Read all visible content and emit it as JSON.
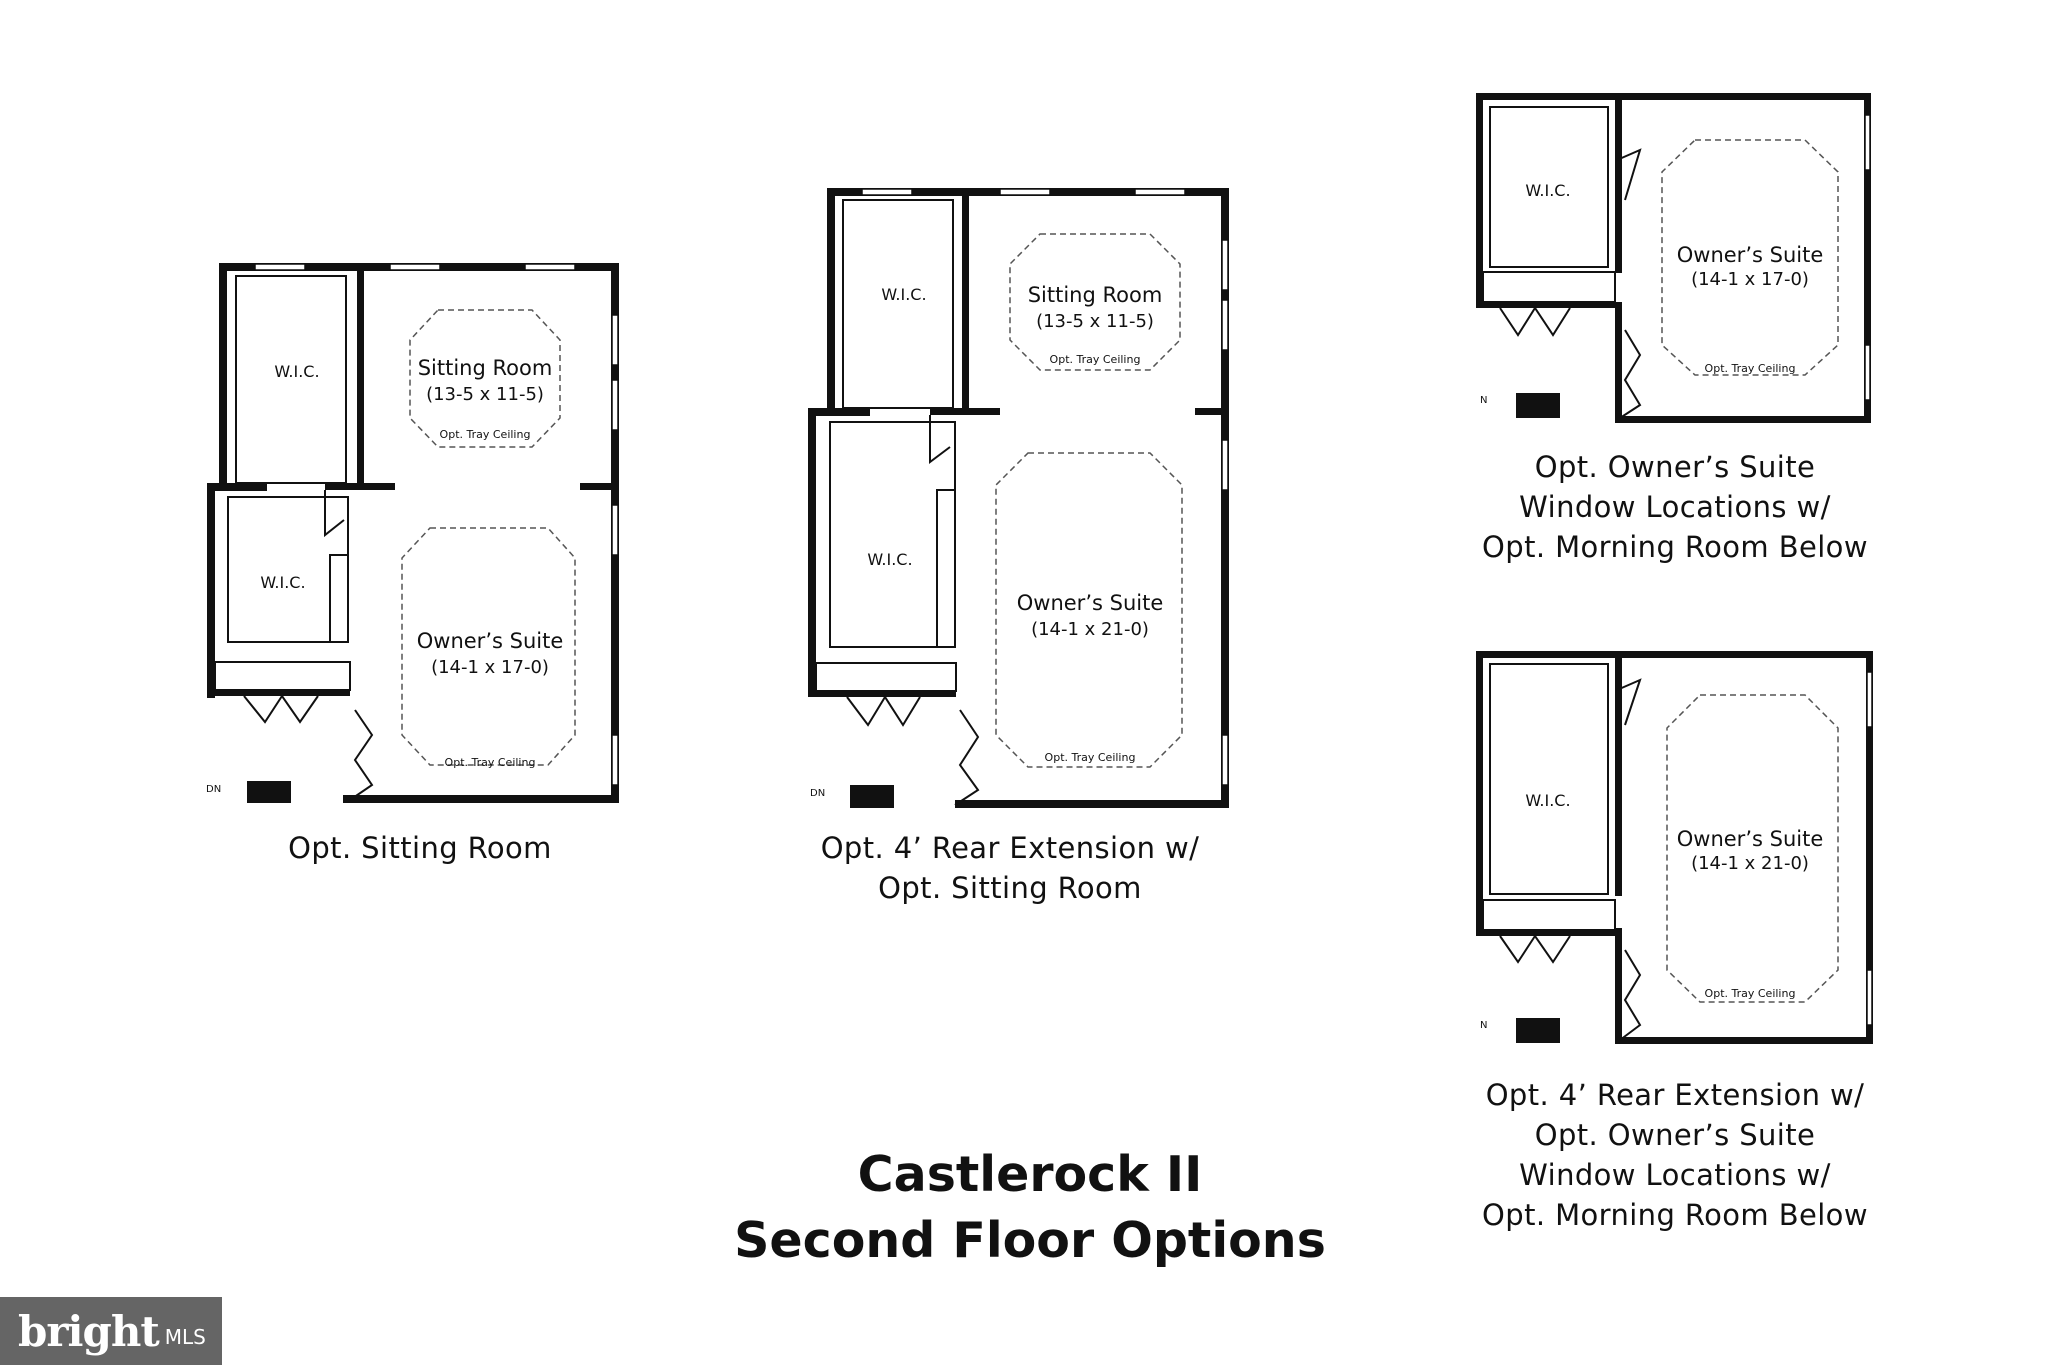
{
  "title": {
    "line1": "Castlerock II",
    "line2": "Second Floor Options"
  },
  "plans": [
    {
      "caption": [
        "Opt. Sitting Room"
      ],
      "wic1": "W.I.C.",
      "wic2": "W.I.C.",
      "sitting": {
        "name": "Sitting Room",
        "dims": "(13-5 x 11-5)",
        "ceiling": "Opt. Tray Ceiling"
      },
      "suite": {
        "name": "Owner’s Suite",
        "dims": "(14-1 x 17-0)",
        "ceiling": "Opt. Tray Ceiling"
      },
      "marker": "DN"
    },
    {
      "caption": [
        "Opt. 4’ Rear Extension w/",
        "Opt. Sitting Room"
      ],
      "wic1": "W.I.C.",
      "wic2": "W.I.C.",
      "sitting": {
        "name": "Sitting Room",
        "dims": "(13-5 x 11-5)",
        "ceiling": "Opt. Tray Ceiling"
      },
      "suite": {
        "name": "Owner’s Suite",
        "dims": "(14-1 x 21-0)",
        "ceiling": "Opt. Tray Ceiling"
      },
      "marker": "DN"
    },
    {
      "caption": [
        "Opt. Owner’s Suite",
        "Window Locations w/",
        "Opt. Morning Room Below"
      ],
      "wic1": "W.I.C.",
      "suite": {
        "name": "Owner’s Suite",
        "dims": "(14-1 x 17-0)",
        "ceiling": "Opt. Tray Ceiling"
      },
      "marker": "N"
    },
    {
      "caption": [
        "Opt. 4’ Rear Extension w/",
        "Opt. Owner’s Suite",
        "Window Locations w/",
        "Opt. Morning Room Below"
      ],
      "wic1": "W.I.C.",
      "suite": {
        "name": "Owner’s Suite",
        "dims": "(14-1 x 21-0)",
        "ceiling": "Opt. Tray Ceiling"
      },
      "marker": "N"
    }
  ],
  "watermark": {
    "brand": "bright",
    "suffix": "MLS"
  }
}
